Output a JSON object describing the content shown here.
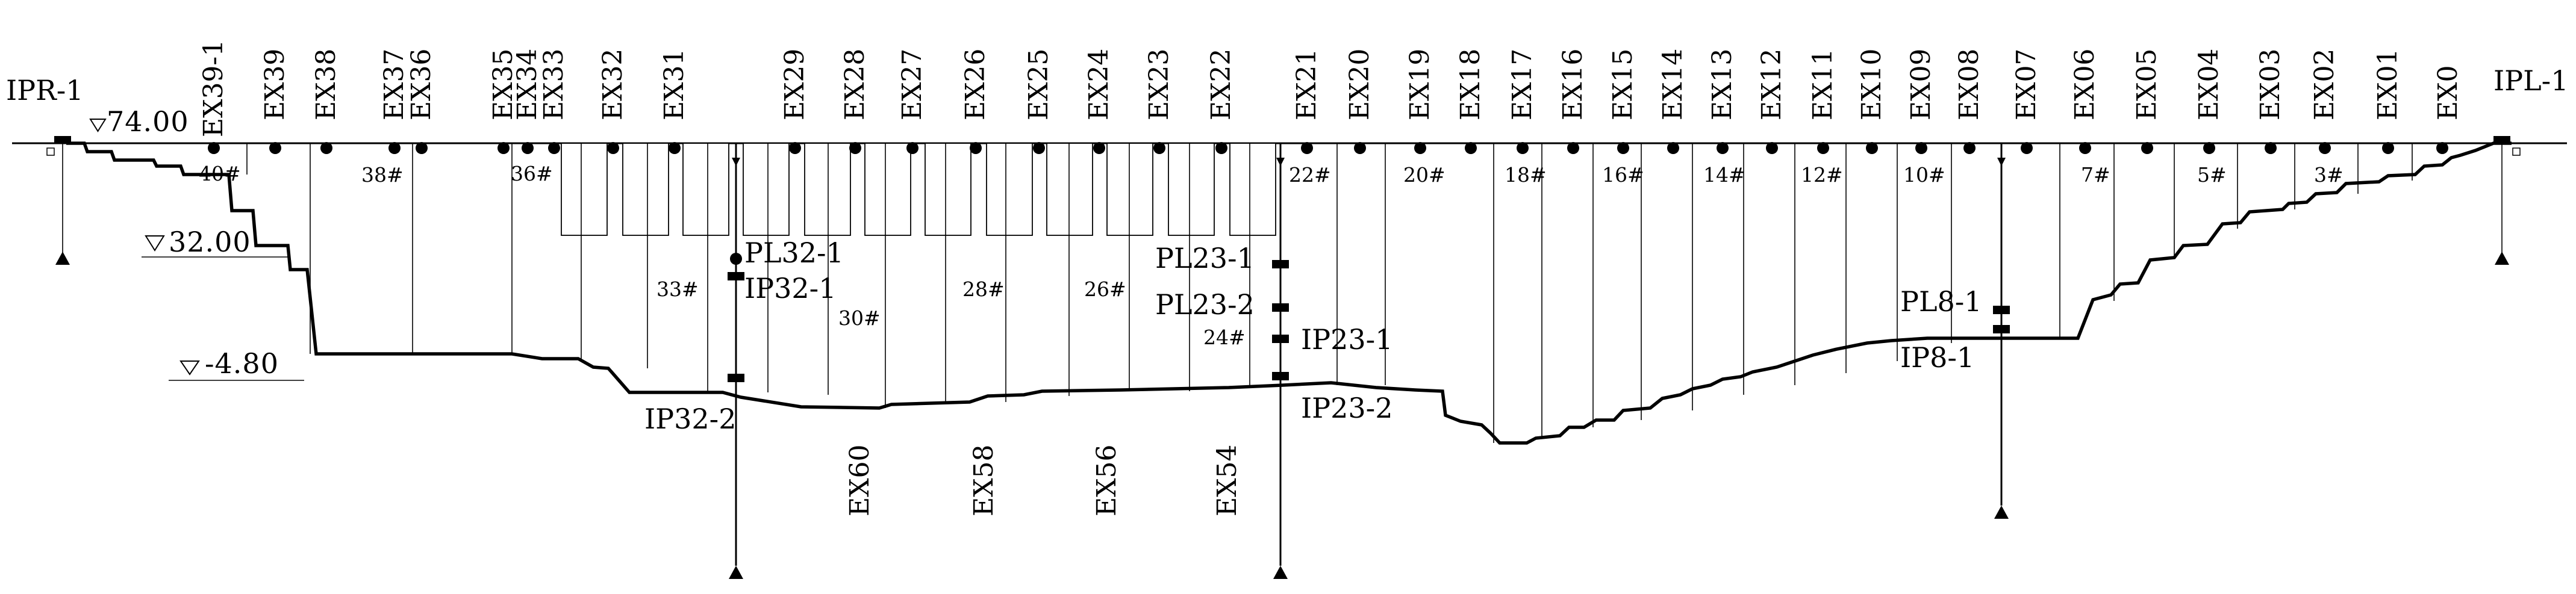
{
  "benchmarks": {
    "left": "IPR-1",
    "right": "IPL-1"
  },
  "elevations": [
    "74.00",
    "32.00",
    "-4.80"
  ],
  "exploration_holes": [
    "EX39-1",
    "EX39",
    "EX38",
    "EX37",
    "EX36",
    "EX35",
    "EX34",
    "EX33",
    "EX32",
    "EX31",
    "EX29",
    "EX28",
    "EX27",
    "EX26",
    "EX25",
    "EX24",
    "EX23",
    "EX22",
    "EX21",
    "EX20",
    "EX19",
    "EX18",
    "EX17",
    "EX16",
    "EX15",
    "EX14",
    "EX13",
    "EX12",
    "EX11",
    "EX10",
    "EX09",
    "EX08",
    "EX07",
    "EX06",
    "EX05",
    "EX04",
    "EX03",
    "EX02",
    "EX01",
    "EX0"
  ],
  "lower_holes": [
    "EX60",
    "EX58",
    "EX56",
    "EX54"
  ],
  "segment_numbers": [
    "40#",
    "38#",
    "36#",
    "33#",
    "30#",
    "28#",
    "26#",
    "24#",
    "22#",
    "20#",
    "18#",
    "16#",
    "14#",
    "12#",
    "10#",
    "7#",
    "5#",
    "3#"
  ],
  "instruments": {
    "p32": {
      "pl": "PL32-1",
      "ip_a": "IP32-1",
      "ip_b": "IP32-2"
    },
    "p23": {
      "pl": "PL23-1",
      "pl2": "PL23-2",
      "ip_a": "IP23-1",
      "ip_b": "IP23-2"
    },
    "p8": {
      "pl": "PL8-1",
      "ip": "IP8-1"
    }
  }
}
